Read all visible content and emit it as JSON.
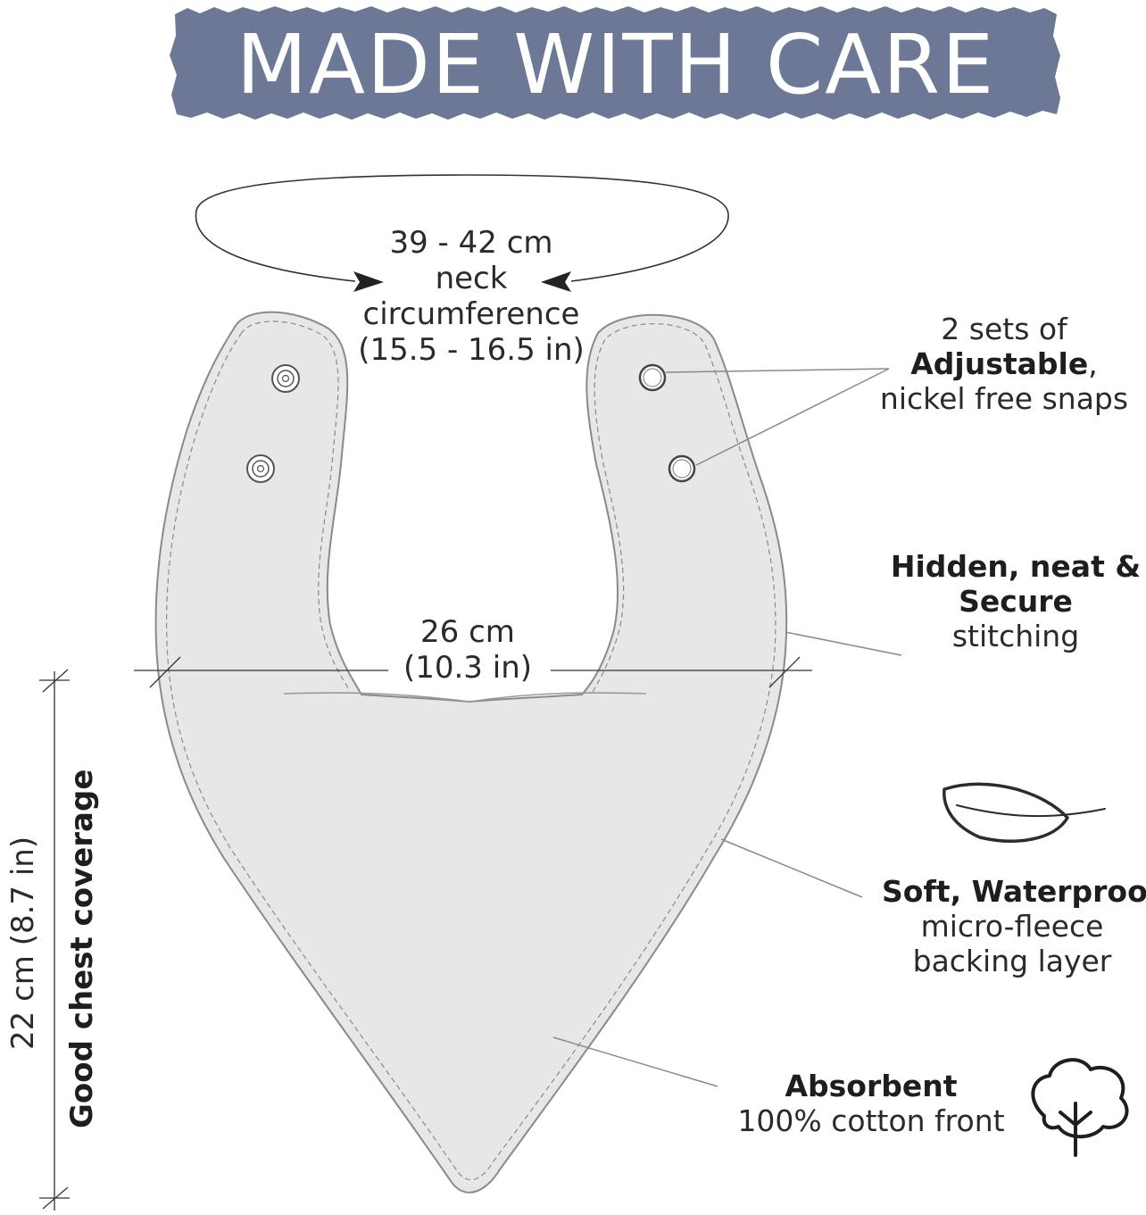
{
  "banner": {
    "title": "MADE WITH CARE",
    "color": "#6c7896"
  },
  "neck": {
    "line1": "39 - 42 cm",
    "line2": "neck",
    "line3": "circumference",
    "line4": "(15.5 - 16.5 in)"
  },
  "width": {
    "line1": "26 cm",
    "line2": "(10.3 in)"
  },
  "height": {
    "measure": "22 cm (8.7 in)",
    "coverage": "Good chest coverage"
  },
  "features": {
    "snaps": {
      "line1": "2 sets of",
      "bold": "Adjustable",
      "suffix": ",",
      "line3": "nickel free snaps"
    },
    "stitching": {
      "bold1": "Hidden, neat &",
      "bold2": "Secure",
      "line3": "stitching"
    },
    "fleece": {
      "bold": "Soft, Waterproof",
      "line2": "micro-fleece",
      "line3": "backing layer"
    },
    "cotton": {
      "bold": "Absorbent",
      "line2": "100% cotton front"
    }
  },
  "icons": {
    "feather": "feather-icon",
    "cotton": "cotton-flower-icon"
  },
  "colors": {
    "bib_fill": "#e7e7e7",
    "outline": "#8a8a8a",
    "text": "#2a2a2a"
  }
}
